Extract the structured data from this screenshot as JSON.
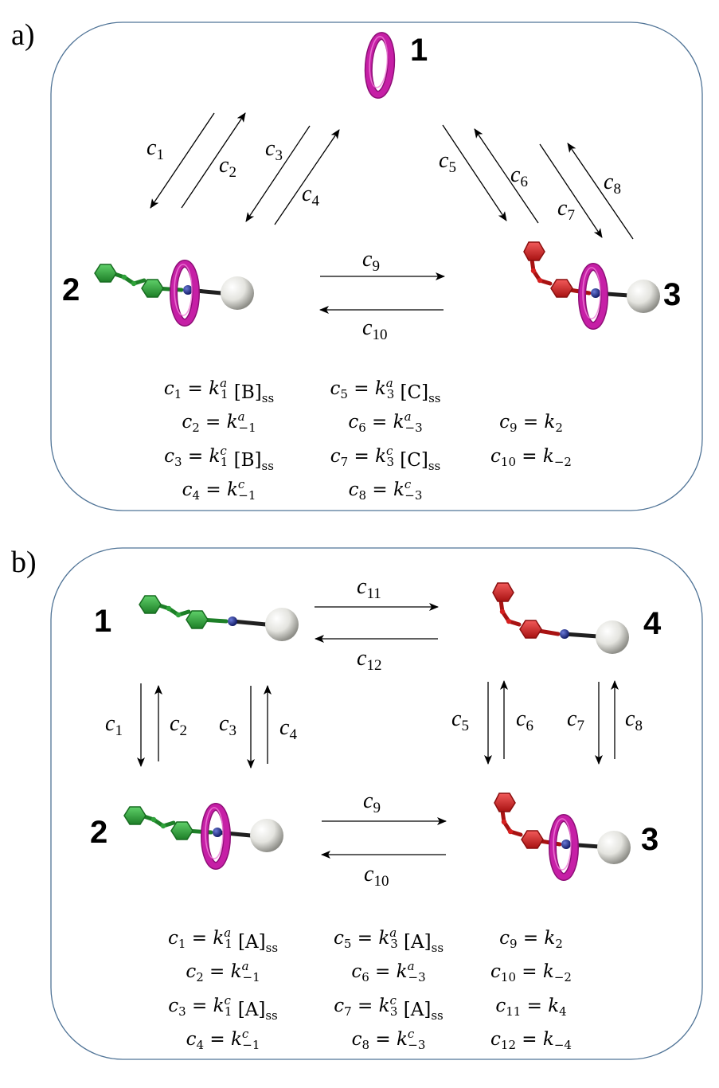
{
  "panels": [
    {
      "letter": "a)",
      "species": {
        "n1": "1",
        "n2": "2",
        "n3": "3"
      },
      "arrows": {
        "c1": {
          "base": "c",
          "sub": "1"
        },
        "c2": {
          "base": "c",
          "sub": "2"
        },
        "c3": {
          "base": "c",
          "sub": "3"
        },
        "c4": {
          "base": "c",
          "sub": "4"
        },
        "c5": {
          "base": "c",
          "sub": "5"
        },
        "c6": {
          "base": "c",
          "sub": "6"
        },
        "c7": {
          "base": "c",
          "sub": "7"
        },
        "c8": {
          "base": "c",
          "sub": "8"
        },
        "c9": {
          "base": "c",
          "sub": "9"
        },
        "c10": {
          "base": "c",
          "sub": "10"
        }
      },
      "equations": [
        {
          "lhs_sub": "1",
          "k_sup": "a",
          "k_sub": "1",
          "conc": "[B]",
          "conc_sub": "ss"
        },
        {
          "lhs_sub": "2",
          "k_sup": "a",
          "k_sub": "−1",
          "conc": "",
          "conc_sub": ""
        },
        {
          "lhs_sub": "3",
          "k_sup": "c",
          "k_sub": "1",
          "conc": "[B]",
          "conc_sub": "ss"
        },
        {
          "lhs_sub": "4",
          "k_sup": "c",
          "k_sub": "−1",
          "conc": "",
          "conc_sub": ""
        },
        {
          "lhs_sub": "5",
          "k_sup": "a",
          "k_sub": "3",
          "conc": "[C]",
          "conc_sub": "ss"
        },
        {
          "lhs_sub": "6",
          "k_sup": "a",
          "k_sub": "−3",
          "conc": "",
          "conc_sub": ""
        },
        {
          "lhs_sub": "7",
          "k_sup": "c",
          "k_sub": "3",
          "conc": "[C]",
          "conc_sub": "ss"
        },
        {
          "lhs_sub": "8",
          "k_sup": "c",
          "k_sub": "−3",
          "conc": "",
          "conc_sub": ""
        },
        {
          "lhs_sub": "9",
          "k_sup": "",
          "k_sub": "2",
          "conc": "",
          "conc_sub": ""
        },
        {
          "lhs_sub": "10",
          "k_sup": "",
          "k_sub": "−2",
          "conc": "",
          "conc_sub": ""
        }
      ]
    },
    {
      "letter": "b)",
      "species": {
        "n1": "1",
        "n2": "2",
        "n3": "3",
        "n4": "4"
      },
      "arrows": {
        "c1": {
          "base": "c",
          "sub": "1"
        },
        "c2": {
          "base": "c",
          "sub": "2"
        },
        "c3": {
          "base": "c",
          "sub": "3"
        },
        "c4": {
          "base": "c",
          "sub": "4"
        },
        "c5": {
          "base": "c",
          "sub": "5"
        },
        "c6": {
          "base": "c",
          "sub": "6"
        },
        "c7": {
          "base": "c",
          "sub": "7"
        },
        "c8": {
          "base": "c",
          "sub": "8"
        },
        "c9": {
          "base": "c",
          "sub": "9"
        },
        "c10": {
          "base": "c",
          "sub": "10"
        },
        "c11": {
          "base": "c",
          "sub": "11"
        },
        "c12": {
          "base": "c",
          "sub": "12"
        }
      },
      "equations": [
        {
          "lhs_sub": "1",
          "k_sup": "a",
          "k_sub": "1",
          "conc": "[A]",
          "conc_sub": "ss"
        },
        {
          "lhs_sub": "2",
          "k_sup": "a",
          "k_sub": "−1",
          "conc": "",
          "conc_sub": ""
        },
        {
          "lhs_sub": "3",
          "k_sup": "c",
          "k_sub": "1",
          "conc": "[A]",
          "conc_sub": "ss"
        },
        {
          "lhs_sub": "4",
          "k_sup": "c",
          "k_sub": "−1",
          "conc": "",
          "conc_sub": ""
        },
        {
          "lhs_sub": "5",
          "k_sup": "a",
          "k_sub": "3",
          "conc": "[A]",
          "conc_sub": "ss"
        },
        {
          "lhs_sub": "6",
          "k_sup": "a",
          "k_sub": "−3",
          "conc": "",
          "conc_sub": ""
        },
        {
          "lhs_sub": "7",
          "k_sup": "c",
          "k_sub": "3",
          "conc": "[A]",
          "conc_sub": "ss"
        },
        {
          "lhs_sub": "8",
          "k_sup": "c",
          "k_sub": "−3",
          "conc": "",
          "conc_sub": ""
        },
        {
          "lhs_sub": "9",
          "k_sup": "",
          "k_sub": "2",
          "conc": "",
          "conc_sub": ""
        },
        {
          "lhs_sub": "10",
          "k_sup": "",
          "k_sub": "−2",
          "conc": "",
          "conc_sub": ""
        },
        {
          "lhs_sub": "11",
          "k_sup": "",
          "k_sub": "4",
          "conc": "",
          "conc_sub": ""
        },
        {
          "lhs_sub": "12",
          "k_sup": "",
          "k_sub": "−4",
          "conc": "",
          "conc_sub": ""
        }
      ]
    }
  ],
  "eq_symbols": {
    "c": "c",
    "k": "k",
    "eq": "="
  },
  "colors": {
    "frame": "#4f7396",
    "ring": "#c61fa6",
    "axle_green": "#2fa23a",
    "axle_red": "#d62020",
    "stopper": "#e8e8e4",
    "station_blue": "#1c2a8c"
  }
}
